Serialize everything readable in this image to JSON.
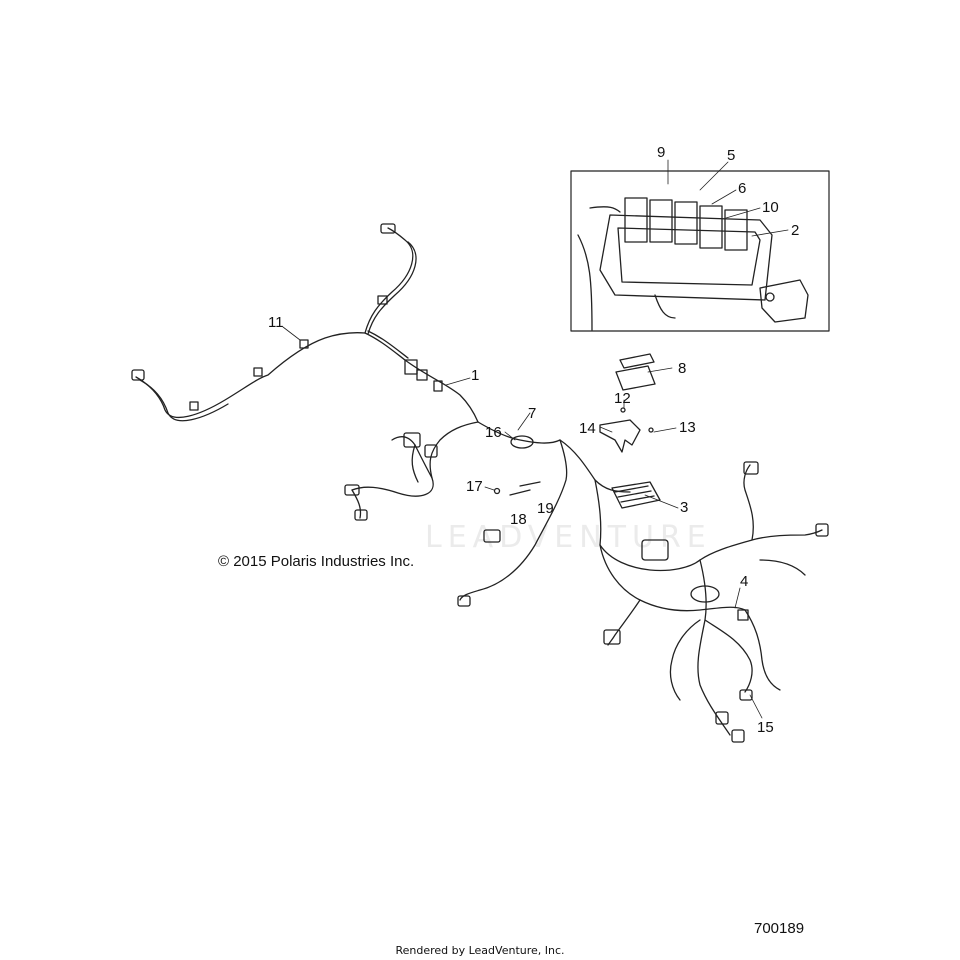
{
  "copyright": "© 2015 Polaris Industries Inc.",
  "figure_number": "700189",
  "rendered_by": "Rendered by LeadVenture, Inc.",
  "watermark": "LEADVENTURE",
  "callouts": {
    "c1": "1",
    "c2": "2",
    "c3": "3",
    "c4": "4",
    "c5": "5",
    "c6": "6",
    "c7": "7",
    "c8": "8",
    "c9": "9",
    "c10": "10",
    "c11": "11",
    "c12": "12",
    "c13": "13",
    "c14": "14",
    "c15": "15",
    "c16": "16",
    "c17": "17",
    "c18": "18",
    "c19": "19"
  }
}
